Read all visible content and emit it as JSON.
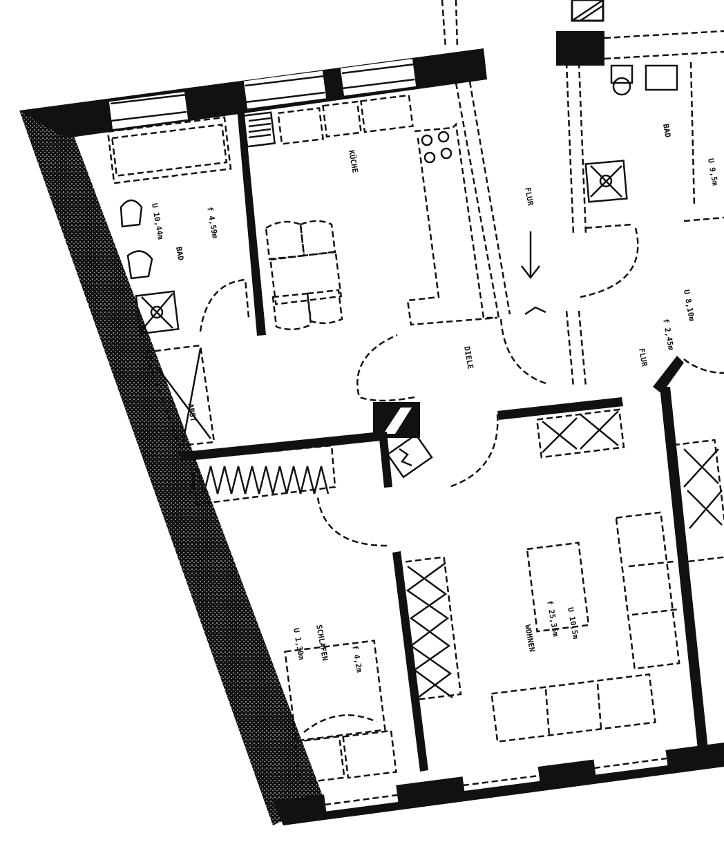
{
  "rooms": {
    "bad_left": {
      "name": "BAD",
      "area": "f 4,59m",
      "extra": "U 10,44m"
    },
    "kueche": {
      "name": "KÜCHE"
    },
    "flur_left": {
      "name": "FLUR"
    },
    "schlafen": {
      "name": "SCHLAFEN",
      "u": "U 1,30m",
      "area": "f 4,2m"
    },
    "wohnen": {
      "name": "WOHNEN",
      "area": "f 25,35m",
      "u": "U 10,5m"
    },
    "flur_center": {
      "name": "FLUR"
    },
    "bad_right": {
      "name": "BAD",
      "area": "f 2,45m",
      "u": "U 8,10m"
    },
    "room_right": {
      "name": "U 9,5m"
    },
    "abst": {
      "name": "ABST"
    },
    "diele": {
      "name": "DIELE"
    }
  },
  "colors": {
    "ink": "#111111",
    "paper": "#ffffff"
  }
}
